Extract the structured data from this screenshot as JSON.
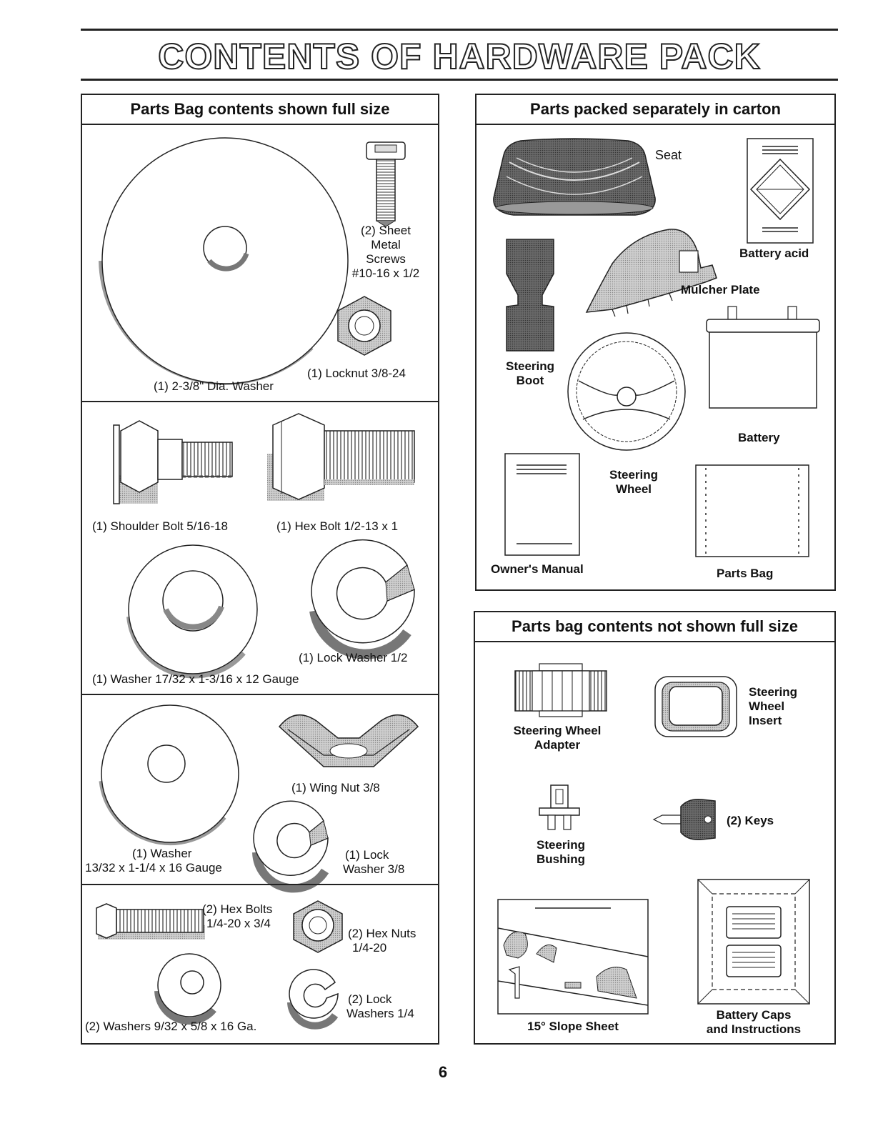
{
  "page_title": "CONTENTS OF HARDWARE PACK",
  "page_number": "6",
  "left_panel": {
    "header": "Parts Bag contents shown full size",
    "items": {
      "sheet_metal_screws": [
        "(2) Sheet",
        "Metal",
        "Screws",
        "#10-16 x 1/2"
      ],
      "large_washer": "(1) 2-3/8\" Dia. Washer",
      "locknut": "(1) Locknut 3/8-24",
      "shoulder_bolt": "(1) Shoulder Bolt 5/16-18",
      "hex_bolt": "(1) Hex Bolt 1/2-13 x 1",
      "lock_washer_half": "(1) Lock Washer 1/2",
      "washer_17_32": "(1) Washer 17/32 x 1-3/16 x 12 Gauge",
      "wing_nut": "(1) Wing Nut 3/8",
      "washer_13_32": [
        "(1) Washer",
        "13/32 x 1-1/4 x 16 Gauge"
      ],
      "lock_washer_3_8": [
        "(1) Lock",
        "Washer 3/8"
      ],
      "hex_bolts_quarter": [
        "(2) Hex Bolts",
        "1/4-20 x 3/4"
      ],
      "hex_nuts_quarter": [
        "(2) Hex Nuts",
        "1/4-20"
      ],
      "lock_washers_quarter": [
        "(2) Lock",
        "Washers 1/4"
      ],
      "washers_9_32": "(2) Washers 9/32 x 5/8 x 16 Ga."
    }
  },
  "carton_panel": {
    "header": "Parts packed separately in carton",
    "items": {
      "seat": "Seat",
      "battery_acid": "Battery acid",
      "mulcher_plate": "Mulcher Plate",
      "steering_boot": [
        "Steering",
        "Boot"
      ],
      "battery": "Battery",
      "steering_wheel": [
        "Steering",
        "Wheel"
      ],
      "owners_manual": "Owner's Manual",
      "parts_bag": "Parts Bag"
    }
  },
  "not_full_panel": {
    "header": "Parts bag contents not shown full size",
    "items": {
      "steering_wheel_adapter": [
        "Steering Wheel",
        "Adapter"
      ],
      "steering_wheel_insert": [
        "Steering",
        "Wheel",
        "Insert"
      ],
      "steering_bushing": [
        "Steering",
        "Bushing"
      ],
      "keys": "(2) Keys",
      "slope_sheet": "15° Slope Sheet",
      "battery_caps": [
        "Battery Caps",
        "and Instructions"
      ]
    }
  }
}
